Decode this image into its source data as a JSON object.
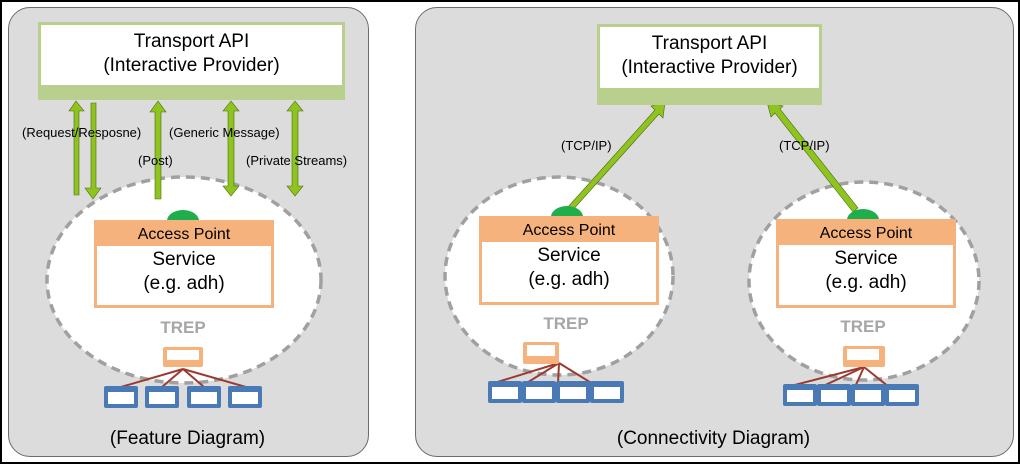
{
  "feature_diagram": {
    "api_box": {
      "line1": "Transport API",
      "line2": "(Interactive Provider)"
    },
    "flows": [
      {
        "label": "(Request/Resposne)",
        "direction": "bidirectional-pair"
      },
      {
        "label": "(Post)",
        "direction": "up"
      },
      {
        "label": "(Generic Message)",
        "direction": "bidirectional"
      },
      {
        "label": "(Private Streams)",
        "direction": "bidirectional"
      }
    ],
    "service_box": {
      "header": "Access Point",
      "line1": "Service",
      "line2": "(e.g. adh)"
    },
    "trep_label": "TREP",
    "client_count": 4,
    "caption": "(Feature Diagram)"
  },
  "connectivity_diagram": {
    "api_box": {
      "line1": "Transport API",
      "line2": "(Interactive Provider)"
    },
    "connections": [
      {
        "label": "(TCP/IP)"
      },
      {
        "label": "(TCP/IP)"
      }
    ],
    "services": [
      {
        "header": "Access Point",
        "line1": "Service",
        "line2": "(e.g. adh)",
        "trep_label": "TREP",
        "client_count": 4
      },
      {
        "header": "Access Point",
        "line1": "Service",
        "line2": "(e.g. adh)",
        "trep_label": "TREP",
        "client_count": 4
      }
    ],
    "caption": "(Connectivity Diagram)"
  },
  "colors": {
    "panel_bg": "#dcdcdc",
    "api_border": "#b8cf8d",
    "arrow_fill": "#8fc31f",
    "access_point": "#f5b27c",
    "connector_dot": "#1fae4b",
    "client_box": "#4a7ab5",
    "link_line": "#9b3b30",
    "trep_text": "#a6a6a6"
  }
}
